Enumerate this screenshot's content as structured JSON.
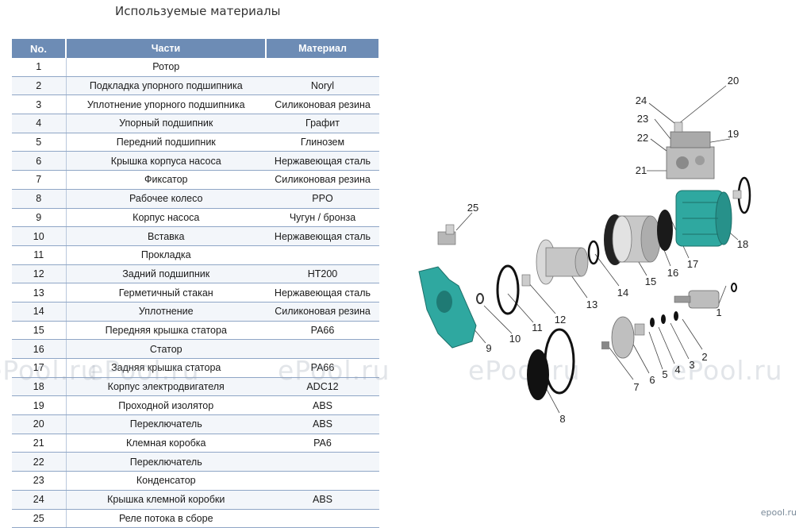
{
  "title": "Используемые материалы",
  "table": {
    "headers": [
      "No.",
      "Части",
      "Материал"
    ],
    "rows": [
      [
        "1",
        "Ротор",
        ""
      ],
      [
        "2",
        "Подкладка упорного подшипника",
        "Noryl"
      ],
      [
        "3",
        "Уплотнение упорного подшипника",
        "Силиконовая резина"
      ],
      [
        "4",
        "Упорный подшипник",
        "Графит"
      ],
      [
        "5",
        "Передний подшипник",
        "Глинозем"
      ],
      [
        "6",
        "Крышка корпуса насоса",
        "Нержавеющая сталь"
      ],
      [
        "7",
        "Фиксатор",
        "Силиконовая резина"
      ],
      [
        "8",
        "Рабочее колесо",
        "PPO"
      ],
      [
        "9",
        "Корпус насоса",
        "Чугун / бронза"
      ],
      [
        "10",
        "Вставка",
        "Нержавеющая сталь"
      ],
      [
        "11",
        "Прокладка",
        ""
      ],
      [
        "12",
        "Задний подшипник",
        "HT200"
      ],
      [
        "13",
        "Герметичный стакан",
        "Нержавеющая сталь"
      ],
      [
        "14",
        "Уплотнение",
        "Силиконовая резина"
      ],
      [
        "15",
        "Передняя крышка статора",
        "PA66"
      ],
      [
        "16",
        "Статор",
        ""
      ],
      [
        "17",
        "Задняя крышка статора",
        "PA66"
      ],
      [
        "18",
        "Корпус электродвигателя",
        "ADC12"
      ],
      [
        "19",
        "Проходной изолятор",
        "ABS"
      ],
      [
        "20",
        "Переключатель",
        "ABS"
      ],
      [
        "21",
        "Клемная коробка",
        "PA6"
      ],
      [
        "22",
        "Переключатель",
        ""
      ],
      [
        "23",
        "Конденсатор",
        ""
      ],
      [
        "24",
        "Крышка клемной коробки",
        "ABS"
      ],
      [
        "25",
        "Реле потока в сборе",
        ""
      ]
    ]
  },
  "watermarks": [
    "ePool.ru",
    "ePool.ru",
    "ePool.ru",
    "ePool.ru",
    "ePool.ru"
  ],
  "brand": "epool.ru",
  "diagram_labels": [
    "1",
    "2",
    "3",
    "4",
    "5",
    "6",
    "7",
    "8",
    "9",
    "10",
    "11",
    "12",
    "13",
    "14",
    "15",
    "16",
    "17",
    "18",
    "19",
    "20",
    "21",
    "22",
    "23",
    "24",
    "25"
  ],
  "colors": {
    "header": "#6d8cb5",
    "row_line": "#8fa6c6",
    "pump_teal": "#2fa8a0"
  }
}
